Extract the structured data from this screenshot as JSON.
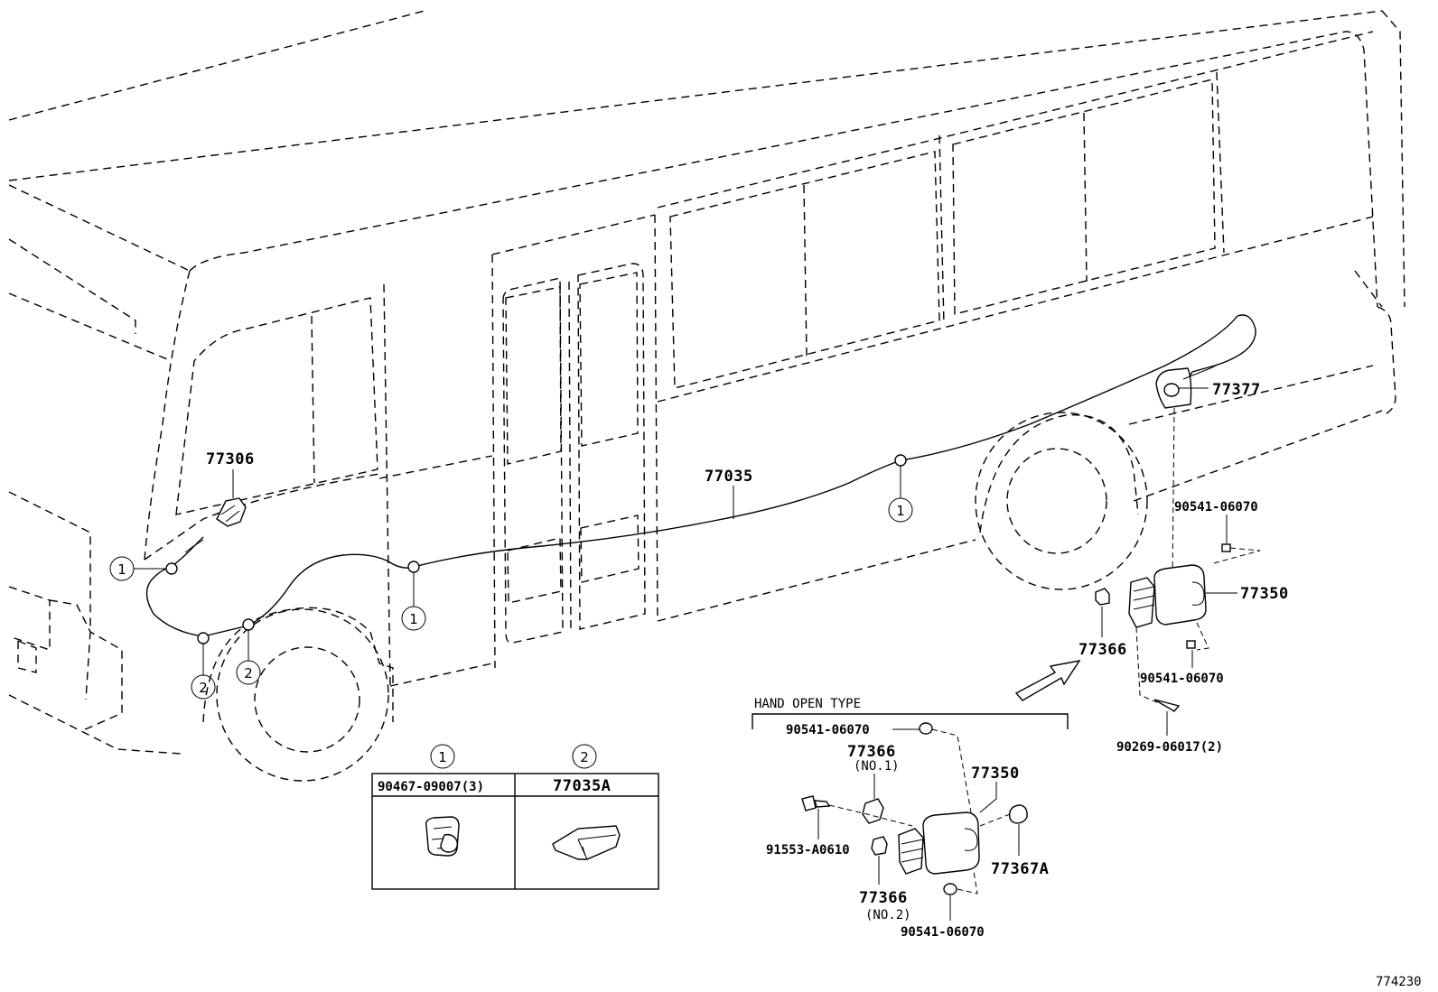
{
  "diagram_id": "774230",
  "callouts": {
    "p77306": "77306",
    "p77035": "77035",
    "p77377": "77377",
    "p77350": "77350",
    "p77366": "77366",
    "p90541_a": "90541-06070",
    "p90541_b": "90541-06070",
    "p90269": "90269-06017(2)"
  },
  "clip_markers": [
    "1",
    "1",
    "1",
    "2",
    "2"
  ],
  "legend": {
    "col1_marker": "1",
    "col2_marker": "2",
    "col1_part": "90467-09007(3)",
    "col2_part": "77035A"
  },
  "hand_open_type": {
    "title": "HAND OPEN TYPE",
    "p90541_top": "90541-06070",
    "p77366_no1": "77366",
    "no1_note": "(NO.1)",
    "p77350": "77350",
    "p91553": "91553-A0610",
    "p77367a": "77367A",
    "p77366_no2": "77366",
    "no2_note": "(NO.2)",
    "p90541_bottom": "90541-06070"
  }
}
